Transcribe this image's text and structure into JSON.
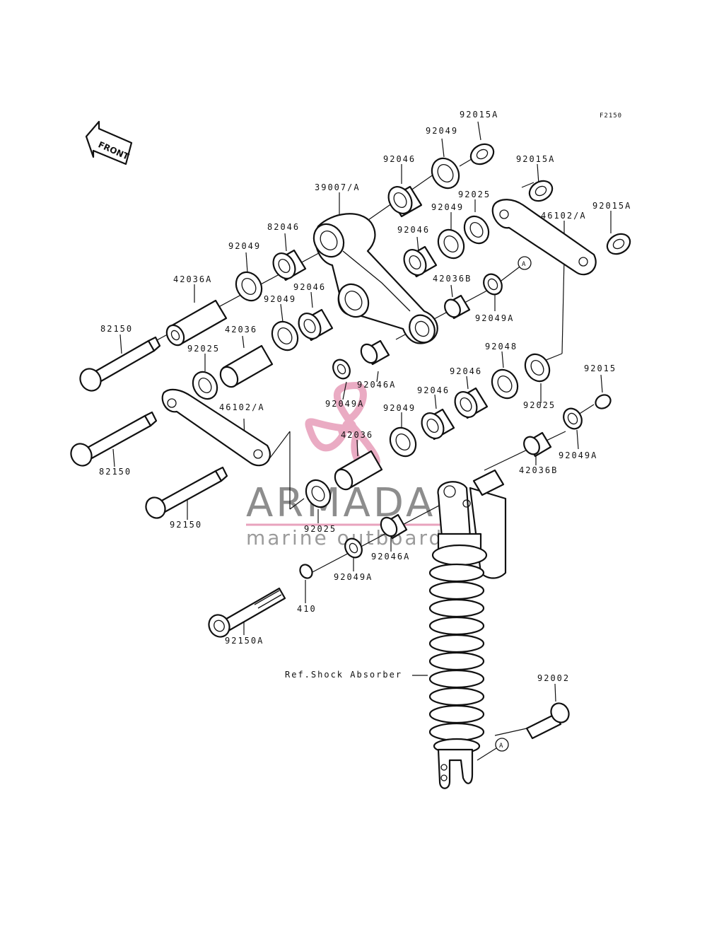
{
  "diagram_code": "F2150",
  "front_label": "FRONT",
  "ref_label": "Ref.Shock Absorber",
  "circle_ref": "A",
  "watermark": {
    "title": "ARMADA",
    "subtitle": "marine outboards",
    "accent_color": "#e8a3bd"
  },
  "labels": {
    "p92015A_top": "92015A",
    "p92049_top": "92049",
    "p92046_top": "92046",
    "p39007A": "39007/A",
    "p92015A_mid": "92015A",
    "p92025_top": "92025",
    "p92049_mid": "92049",
    "p92015A_right": "92015A",
    "p46102A_right": "46102/A",
    "p82046": "82046",
    "p92046_mid": "92046",
    "p92049_left": "92049",
    "p42036B_top": "42036B",
    "p42036A": "42036A",
    "p92046_center": "92046",
    "p92049_center": "92049",
    "p92049A_top": "92049A",
    "p82150_top": "82150",
    "p42036": "42036",
    "p92025_left": "92025",
    "p92048_right": "92048",
    "p92046A_top": "92046A",
    "p92046_right": "92046",
    "p92015": "92015",
    "p92049A_left": "92049A",
    "p92046_low": "92046",
    "p92025_right": "92025",
    "p92049_low": "92049",
    "p46102A_left": "46102/A",
    "p42036_mid": "42036",
    "p92049A_right": "92049A",
    "p82150_mid": "82150",
    "p42036B_low": "42036B",
    "p92150": "92150",
    "p92025_low": "92025",
    "p92046A_low": "92046A",
    "p92049A_low": "92049A",
    "p410": "410",
    "p92150A": "92150A",
    "p92002": "92002"
  }
}
